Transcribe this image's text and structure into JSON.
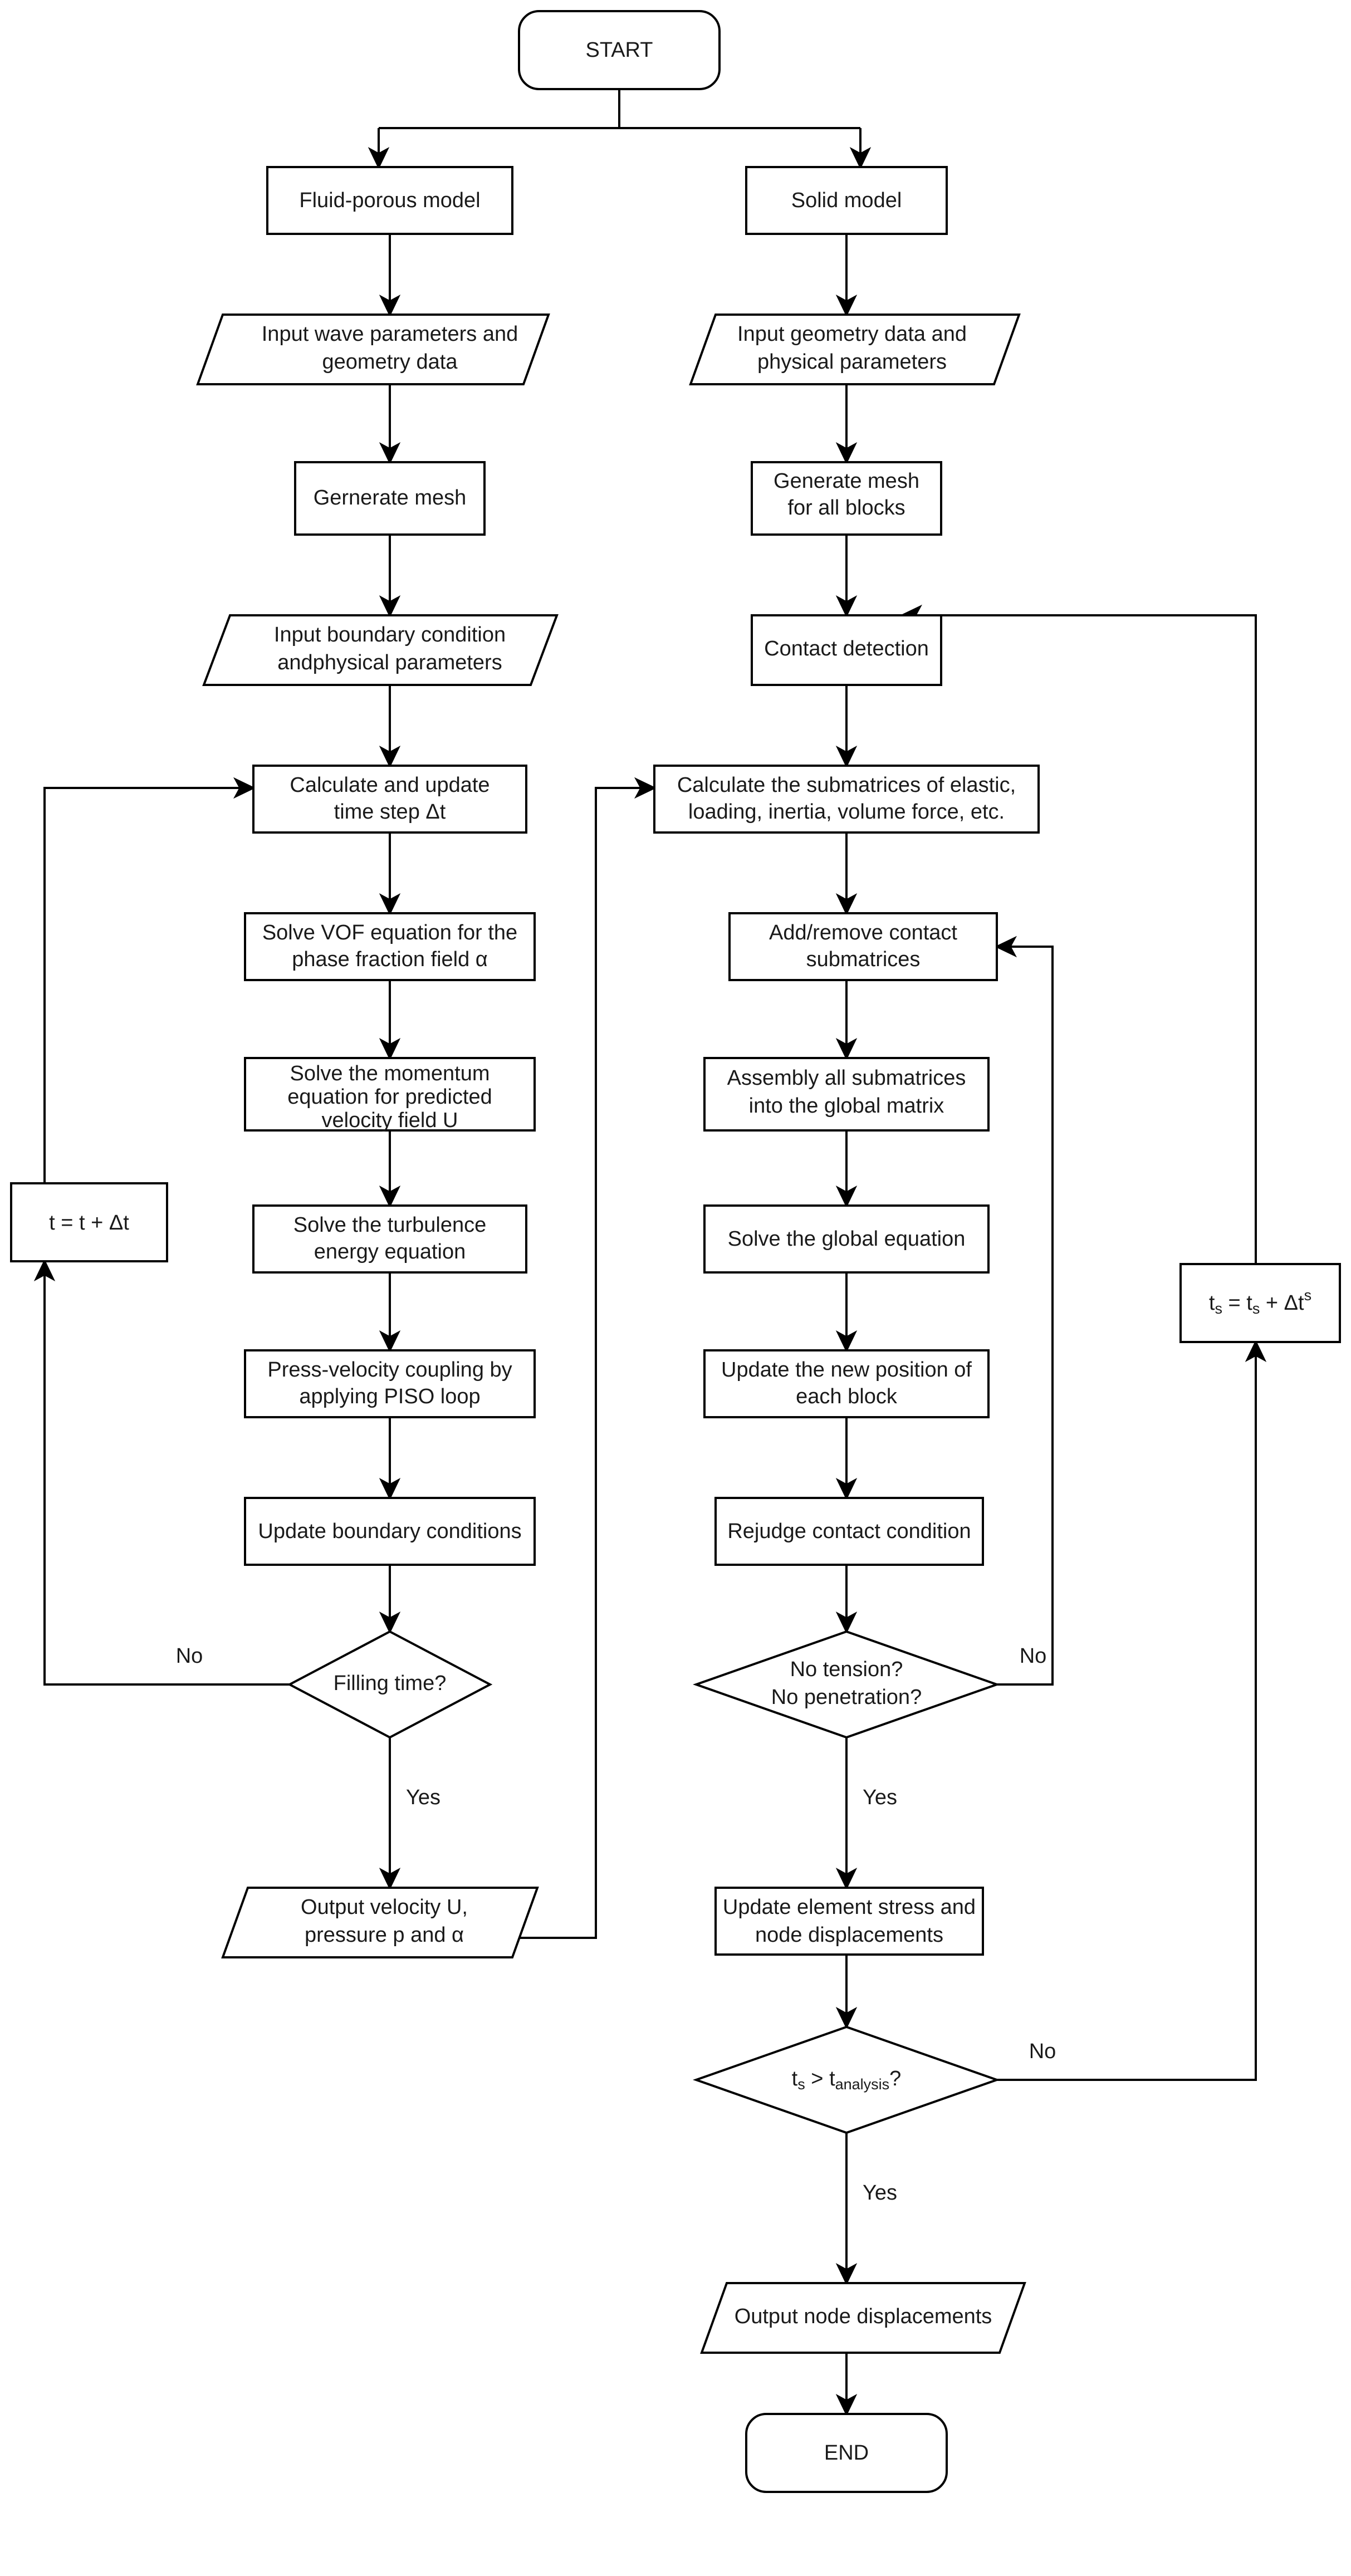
{
  "diagram": {
    "type": "flowchart",
    "title": "",
    "orientation": "two-column vertical",
    "colors": {
      "stroke": "#000000",
      "fill": "#ffffff",
      "text": "#1a1a1a"
    },
    "terminators": {
      "start": "START",
      "end": "END"
    },
    "left_branch": {
      "model": "Fluid-porous model",
      "nodes": [
        {
          "id": "l-input1",
          "shape": "parallelogram",
          "lines": [
            "Input wave parameters and",
            "geometry data"
          ]
        },
        {
          "id": "l-mesh",
          "shape": "rect",
          "lines": [
            "Gernerate mesh"
          ]
        },
        {
          "id": "l-input2",
          "shape": "parallelogram",
          "lines": [
            "Input boundary condition",
            "andphysical parameters"
          ]
        },
        {
          "id": "l-dt",
          "shape": "rect",
          "lines": [
            "Calculate and update",
            "time step Δt"
          ]
        },
        {
          "id": "l-vof",
          "shape": "rect",
          "lines": [
            "Solve VOF equation for the",
            "phase fraction field α"
          ]
        },
        {
          "id": "l-mom",
          "shape": "rect",
          "lines": [
            "Solve the momentum",
            "equation for predicted",
            "velocity field U"
          ]
        },
        {
          "id": "l-turb",
          "shape": "rect",
          "lines": [
            "Solve the turbulence",
            "energy equation"
          ]
        },
        {
          "id": "l-piso",
          "shape": "rect",
          "lines": [
            "Press-velocity coupling by",
            "applying PISO loop"
          ]
        },
        {
          "id": "l-bc",
          "shape": "rect",
          "lines": [
            "Update boundary conditions"
          ]
        },
        {
          "id": "l-dec",
          "shape": "diamond",
          "lines": [
            "Filling time?"
          ]
        },
        {
          "id": "l-out",
          "shape": "parallelogram",
          "lines": [
            "Output velocity U,",
            "pressure p and α"
          ]
        }
      ],
      "feedback_box": {
        "id": "l-tinc",
        "shape": "rect",
        "text_parts": [
          "t = t + Δt"
        ]
      },
      "labels": {
        "no": "No",
        "yes": "Yes"
      }
    },
    "right_branch": {
      "model": "Solid model",
      "nodes": [
        {
          "id": "r-input1",
          "shape": "parallelogram",
          "lines": [
            "Input geometry data and",
            "physical parameters"
          ]
        },
        {
          "id": "r-mesh",
          "shape": "rect",
          "lines": [
            "Generate mesh",
            "for all blocks"
          ]
        },
        {
          "id": "r-contact",
          "shape": "rect",
          "lines": [
            "Contact detection"
          ]
        },
        {
          "id": "r-submat",
          "shape": "rect",
          "lines": [
            "Calculate the submatrices of elastic,",
            "loading, inertia, volume force, etc."
          ]
        },
        {
          "id": "r-addrem",
          "shape": "rect",
          "lines": [
            "Add/remove contact",
            "submatrices"
          ]
        },
        {
          "id": "r-assembly",
          "shape": "rect",
          "lines": [
            "Assembly all submatrices",
            "into the global matrix"
          ]
        },
        {
          "id": "r-solve",
          "shape": "rect",
          "lines": [
            "Solve the global equation"
          ]
        },
        {
          "id": "r-pos",
          "shape": "rect",
          "lines": [
            "Update the new position of",
            "each block"
          ]
        },
        {
          "id": "r-rejudge",
          "shape": "rect",
          "lines": [
            "Rejudge contact condition"
          ]
        },
        {
          "id": "r-dec1",
          "shape": "diamond",
          "lines": [
            "No tension?",
            "No penetration?"
          ]
        },
        {
          "id": "r-stress",
          "shape": "rect",
          "lines": [
            "Update element stress and",
            "node displacements"
          ]
        },
        {
          "id": "r-dec2",
          "shape": "diamond",
          "lines": [
            "ts > tanalysis ?"
          ]
        },
        {
          "id": "r-out",
          "shape": "parallelogram",
          "lines": [
            "Output node displacements"
          ]
        }
      ],
      "feedback_box": {
        "id": "r-tinc",
        "shape": "rect",
        "text_parts": [
          "ts = ts + Δt^s"
        ]
      },
      "labels": {
        "no1": "No",
        "yes1": "Yes",
        "no2": "No",
        "yes2": "Yes"
      }
    },
    "math": {
      "t_inc_base": "t = t + Δt",
      "ts_var": "t",
      "ts_sub": "s",
      "ts_eq": "=",
      "ts_plus": "+",
      "delta": "Δ",
      "delta_t": "t",
      "delta_sup": "s",
      "gt": ">",
      "analysis_sub": "analysis",
      "question": "?"
    }
  }
}
